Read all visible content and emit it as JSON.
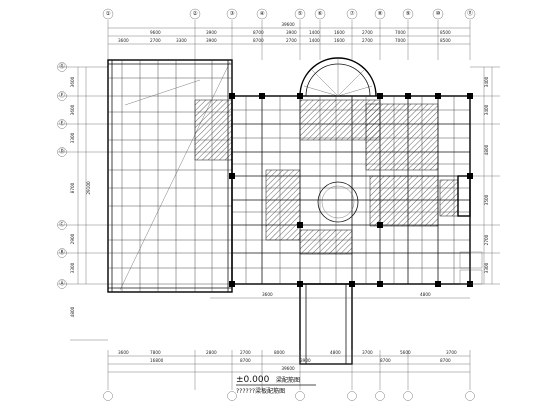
{
  "title": {
    "main": "±0.000",
    "suffix": "梁配筋图",
    "subtitle": "??????梁板配筋图"
  },
  "axes_top": [
    "①",
    "②",
    "③",
    "④",
    "⑤",
    "⑥",
    "⑦",
    "⑧",
    "⑨",
    "⑩",
    "⑪"
  ],
  "axes_left": [
    "Ⓖ",
    "Ⓕ",
    "Ⓔ",
    "Ⓓ",
    "Ⓒ",
    "Ⓑ",
    "Ⓐ"
  ],
  "dims": {
    "top_total": "39600",
    "top_row1": [
      "9600",
      "3900",
      "8700",
      "3900",
      "1400",
      "1600",
      "2700",
      "7000",
      "8500"
    ],
    "top_row2": [
      "3600",
      "2700",
      "3300",
      "3900",
      "8700",
      "2700",
      "1400",
      "1600",
      "2700",
      "7000",
      "8500"
    ],
    "left_side": [
      "3600",
      "3600",
      "3300",
      "8700",
      "2900",
      "3300",
      "4800"
    ],
    "left_total": "29100",
    "right_side": [
      "3400",
      "3400",
      "4800",
      "3500",
      "2700",
      "3300"
    ],
    "bottom_row1": [
      "3600",
      "7800",
      "2800",
      "2700",
      "8000",
      "4800",
      "3700",
      "5600",
      "3700"
    ],
    "bottom_row2": [
      "16800",
      "8700",
      "3900",
      "8700",
      "8700"
    ],
    "bottom_total": "39600",
    "entry": [
      "3600",
      "4800"
    ]
  }
}
